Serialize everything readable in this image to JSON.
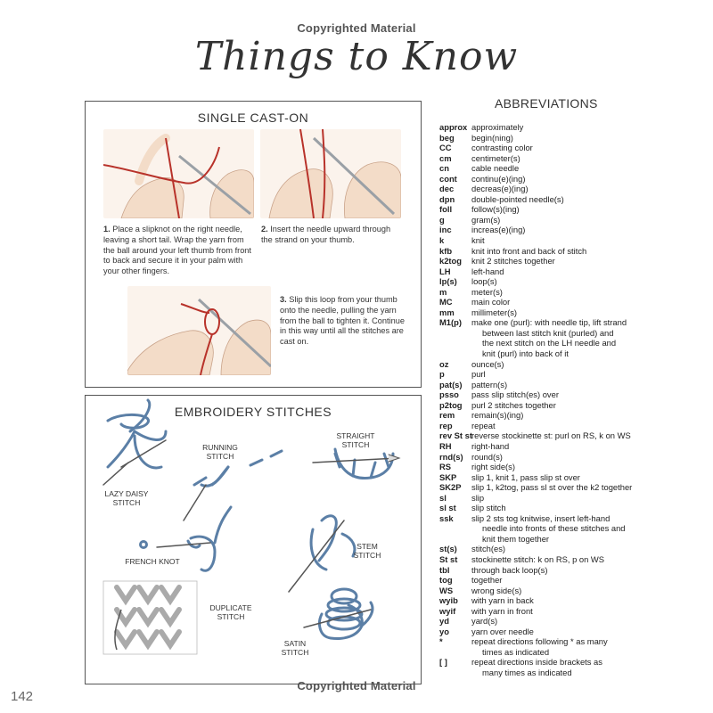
{
  "header": {
    "copyright_top": "Copyrighted Material",
    "title": "Things to Know"
  },
  "single_cast_on": {
    "title": "SINGLE CAST-ON",
    "steps": [
      {
        "num": "1.",
        "text": "Place a slipknot on the right needle, leaving a short tail. Wrap the yarn from the ball around your left thumb from front to back and secure it in your palm with your other fingers."
      },
      {
        "num": "2.",
        "text": "Insert the needle upward through the strand on your thumb."
      },
      {
        "num": "3.",
        "text": "Slip this loop from your thumb onto the needle, pulling the yarn from the ball to tighten it. Continue in this way until all the stitches are cast on."
      }
    ]
  },
  "embroidery": {
    "title": "EMBROIDERY STITCHES",
    "labels": {
      "lazy_daisy": "LAZY DAISY STITCH",
      "running": "RUNNING STITCH",
      "straight": "STRAIGHT STITCH",
      "french_knot": "FRENCH KNOT",
      "stem": "STEM STITCH",
      "duplicate": "DUPLICATE STITCH",
      "satin": "SATIN STITCH"
    }
  },
  "abbreviations": {
    "heading": "ABBREVIATIONS",
    "items": [
      {
        "term": "approx",
        "def": "approximately"
      },
      {
        "term": "beg",
        "def": "begin(ning)"
      },
      {
        "term": "CC",
        "def": "contrasting color"
      },
      {
        "term": "cm",
        "def": "centimeter(s)"
      },
      {
        "term": "cn",
        "def": "cable needle"
      },
      {
        "term": "cont",
        "def": "continu(e)(ing)"
      },
      {
        "term": "dec",
        "def": "decreas(e)(ing)"
      },
      {
        "term": "dpn",
        "def": "double-pointed needle(s)"
      },
      {
        "term": "foll",
        "def": "follow(s)(ing)"
      },
      {
        "term": "g",
        "def": "gram(s)"
      },
      {
        "term": "inc",
        "def": "increas(e)(ing)"
      },
      {
        "term": "k",
        "def": "knit"
      },
      {
        "term": "kfb",
        "def": "knit into front and back of stitch"
      },
      {
        "term": "k2tog",
        "def": "knit 2 stitches together"
      },
      {
        "term": "LH",
        "def": "left-hand"
      },
      {
        "term": "lp(s)",
        "def": "loop(s)"
      },
      {
        "term": "m",
        "def": "meter(s)"
      },
      {
        "term": "MC",
        "def": "main color"
      },
      {
        "term": "mm",
        "def": "millimeter(s)"
      },
      {
        "term": "M1(p)",
        "def": "make one (purl): with needle tip, lift strand"
      },
      {
        "term": "",
        "def": "between last stitch knit (purled) and"
      },
      {
        "term": "",
        "def": "the next stitch on the LH needle and"
      },
      {
        "term": "",
        "def": "knit (purl) into back of it"
      },
      {
        "term": "oz",
        "def": "ounce(s)"
      },
      {
        "term": "p",
        "def": "purl"
      },
      {
        "term": "pat(s)",
        "def": "pattern(s)"
      },
      {
        "term": "psso",
        "def": "pass slip stitch(es) over"
      },
      {
        "term": "p2tog",
        "def": "purl 2 stitches together"
      },
      {
        "term": "rem",
        "def": "remain(s)(ing)"
      },
      {
        "term": "rep",
        "def": "repeat"
      },
      {
        "term": "rev St st",
        "def": "reverse stockinette st: purl on RS, k on WS"
      },
      {
        "term": "RH",
        "def": "right-hand"
      },
      {
        "term": "rnd(s)",
        "def": "round(s)"
      },
      {
        "term": "RS",
        "def": "right side(s)"
      },
      {
        "term": "SKP",
        "def": "slip 1, knit 1, pass slip st over"
      },
      {
        "term": "SK2P",
        "def": "slip 1, k2tog, pass sl st over the k2 together"
      },
      {
        "term": "sl",
        "def": "slip"
      },
      {
        "term": "sl st",
        "def": "slip stitch"
      },
      {
        "term": "ssk",
        "def": "slip 2 sts tog knitwise, insert left-hand"
      },
      {
        "term": "",
        "def": "needle into fronts of these stitches and"
      },
      {
        "term": "",
        "def": "knit them together"
      },
      {
        "term": "st(s)",
        "def": "stitch(es)"
      },
      {
        "term": "St st",
        "def": "stockinette stitch: k on RS, p on WS"
      },
      {
        "term": "tbl",
        "def": "through back loop(s)"
      },
      {
        "term": "tog",
        "def": "together"
      },
      {
        "term": "WS",
        "def": "wrong side(s)"
      },
      {
        "term": "wyib",
        "def": "with yarn in back"
      },
      {
        "term": "wyif",
        "def": "with yarn in front"
      },
      {
        "term": "yd",
        "def": "yard(s)"
      },
      {
        "term": "yo",
        "def": "yarn over needle"
      },
      {
        "term": "*",
        "def": "repeat directions following * as many"
      },
      {
        "term": "",
        "def": "times as indicated"
      },
      {
        "term": "[ ]",
        "def": "repeat directions inside brackets as"
      },
      {
        "term": "",
        "def": "many times as indicated"
      }
    ]
  },
  "footer": {
    "page_number": "142",
    "copyright_bottom": "Copyrighted Material"
  },
  "colors": {
    "yarn": "#b8322a",
    "embroidery": "#5b7fa6",
    "skin": "#f3dcc8",
    "needle": "#9aa0a6"
  }
}
